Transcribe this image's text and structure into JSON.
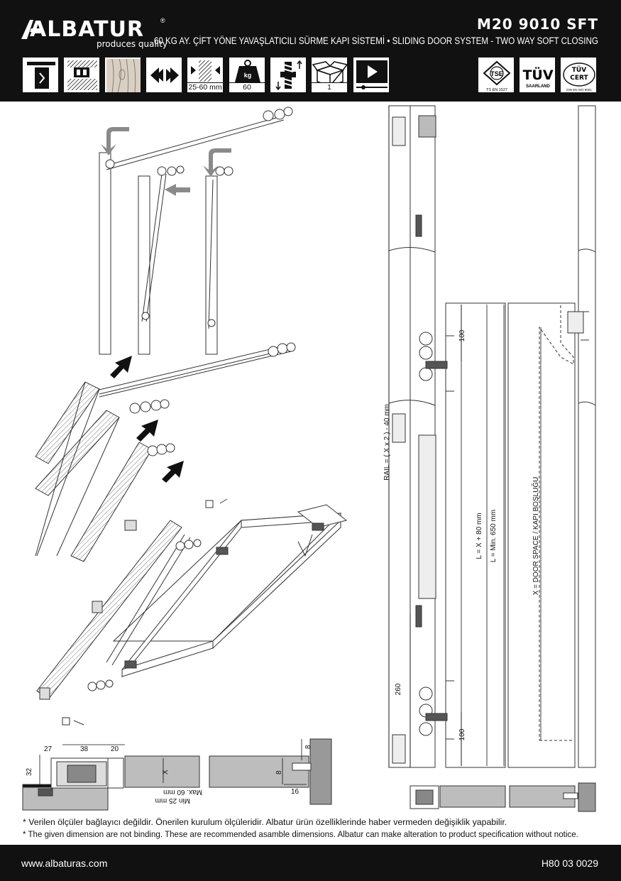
{
  "header": {
    "brand": "ALBATUR",
    "registered": "®",
    "tagline": "produces quality",
    "model": "M20 9010 SFT",
    "subtitle": "60 KG AY. ÇİFT YÖNE YAVAŞLATICILI SÜRME KAPI SİSTEMİ • SLIDING DOOR SYSTEM - TWO WAY SOFT CLOSING"
  },
  "spec_icons": [
    {
      "name": "rail-profile-icon",
      "label": ""
    },
    {
      "name": "mounting-bracket-icon",
      "label": ""
    },
    {
      "name": "wood-door-icon",
      "label": ""
    },
    {
      "name": "two-way-arrows-icon",
      "label": ""
    },
    {
      "name": "door-thickness-icon",
      "label": "25-60 mm"
    },
    {
      "name": "weight-icon",
      "label": "60",
      "badge": "kg"
    },
    {
      "name": "adjustment-icon",
      "label": ""
    },
    {
      "name": "package-icon",
      "label": "1"
    },
    {
      "name": "video-play-icon",
      "label": ""
    }
  ],
  "certifications": [
    {
      "name": "tse-cert-icon",
      "line1": "TSE",
      "line2": "TS EN 1527"
    },
    {
      "name": "tuv-saarland-icon",
      "line1": "TÜV",
      "line2": "SAARLAND"
    },
    {
      "name": "tuv-cert-icon",
      "line1": "TÜV",
      "line2": "CERT",
      "line3": "DIN EN ISO 9001"
    }
  ],
  "dimensions": {
    "d27": "27",
    "d38": "38",
    "d20": "20",
    "d32": "32",
    "x": "X",
    "d8a": "8",
    "d8b": "8",
    "d16": "16",
    "max60": "Max. 60 mm",
    "min25": "Min 25 mm",
    "d100a": "100",
    "d100b": "100",
    "d260": "260",
    "rail": "RAIL = ( X x 2 ) - 40 mm",
    "l_formula": "L = X + 80 mm",
    "l_min": "L = Min. 650 mm",
    "door_space": "X = DOOR SPACE / KAPI BOŞLUĞU"
  },
  "notes": {
    "tr": "* Verilen ölçüler bağlayıcı değildir. Önerilen kurulum ölçüleridir. Albatur ürün özelliklerinde haber vermeden değişiklik yapabilir.",
    "en": "* The given dimension are not binding. These are recommended asamble dimensions. Albatur can make alteration to product specification without notice."
  },
  "footer": {
    "website": "www.albaturas.com",
    "code": "H80 03 0029"
  },
  "colors": {
    "dark": "#111111",
    "grey": "#bdbdbd",
    "arrow_grey": "#8a8a8a"
  }
}
